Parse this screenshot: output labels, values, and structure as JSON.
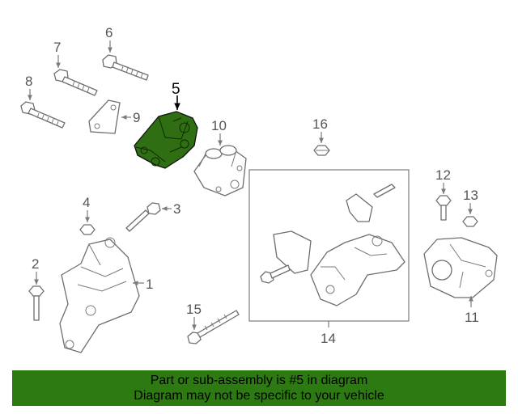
{
  "highlight_color": "#2d7a12",
  "highlight_part": "5",
  "callouts": [
    "1",
    "2",
    "3",
    "4",
    "5",
    "6",
    "7",
    "8",
    "9",
    "10",
    "11",
    "12",
    "13",
    "14",
    "15",
    "16"
  ],
  "banner": {
    "line1": "Part or sub-assembly is #5 in diagram",
    "line2": "Diagram may not be specific to your vehicle"
  }
}
